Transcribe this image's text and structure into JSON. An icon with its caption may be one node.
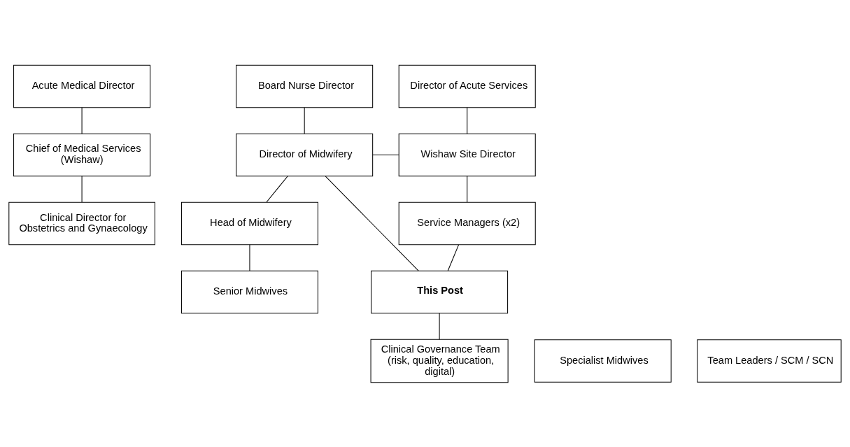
{
  "diagram": {
    "nodes": [
      {
        "text": [
          "Acute Medical Director"
        ]
      },
      {
        "text": [
          "Board Nurse Director"
        ]
      },
      {
        "text": [
          "Director of Acute Services"
        ]
      },
      {
        "text": [
          "Chief of Medical Services (Wishaw)"
        ]
      },
      {
        "text": [
          "Director of Midwifery"
        ]
      },
      {
        "text": [
          "Wishaw Site Director"
        ]
      },
      {
        "text": [
          "Clinical Director for Obstetrics and Gynaecology"
        ]
      },
      {
        "text": [
          "Head of Midwifery"
        ]
      },
      {
        "text": [
          "Service Managers (x2)"
        ]
      },
      {
        "text": [
          "This Post"
        ]
      },
      {
        "text": [
          "Senior Midwives"
        ]
      },
      {
        "text": [
          "Clinical Governance Team (risk, quality, education, digital)"
        ]
      },
      {
        "text": [
          "Specialist Midwives"
        ]
      },
      {
        "text": [
          "Team Leaders / SCM / SCN"
        ]
      }
    ],
    "edges": [
      {
        "from": 0,
        "to": 3,
        "arrow": "none"
      },
      {
        "from": 3,
        "to": 6,
        "arrow": "none"
      },
      {
        "from": 1,
        "to": 4,
        "arrow": "none"
      },
      {
        "from": 4,
        "to": 5,
        "arrow": "none"
      },
      {
        "from": 4,
        "to": 7,
        "arrow": "none"
      },
      {
        "from": 7,
        "to": 10,
        "arrow": "none"
      },
      {
        "from": 2,
        "to": 5,
        "arrow": "none"
      },
      {
        "from": 5,
        "to": 8,
        "arrow": "none"
      },
      {
        "from": 8,
        "to": 9,
        "arrow": "none"
      },
      {
        "from": 4,
        "to": 9,
        "arrow": "none"
      },
      {
        "from": 9,
        "to": 11,
        "arrow": "none"
      }
    ]
  }
}
